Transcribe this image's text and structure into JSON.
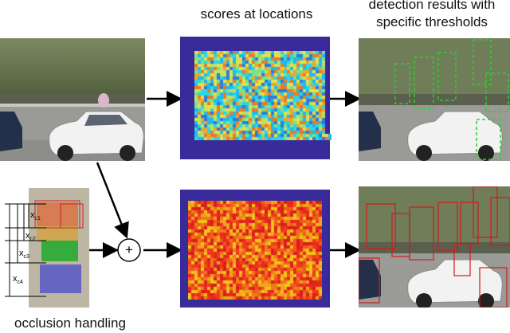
{
  "labels": {
    "scores": "scores at locations",
    "detection_line1": "detection results with",
    "detection_line2": "specific thresholds",
    "occlusion": "occlusion handling"
  },
  "symbols": {
    "plus": "+",
    "x1": "x",
    "x1_sub": "c1",
    "x2": "x",
    "x2_sub": "c2",
    "x3": "x",
    "x3_sub": "c3",
    "x4": "x",
    "x4_sub": "c4"
  },
  "colors": {
    "heatmap_bg": "#3a2b9a",
    "green_box": "#2bd12b",
    "red_box": "#d11a1a",
    "arrow": "#000000"
  }
}
